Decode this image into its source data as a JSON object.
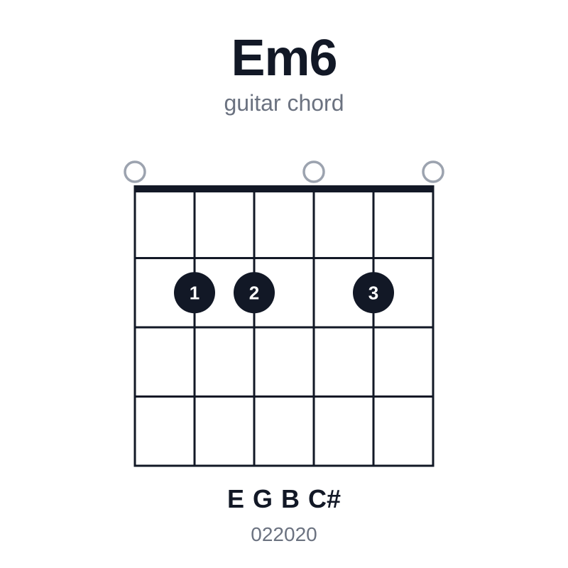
{
  "chord": {
    "name": "Em6",
    "subtitle": "guitar chord",
    "notes": "E G B C#",
    "fingering": "022020"
  },
  "diagram": {
    "strings": 6,
    "frets": 4,
    "open_strings": [
      1,
      4,
      6
    ],
    "dots": [
      {
        "string": 2,
        "fret": 2,
        "finger": "1"
      },
      {
        "string": 3,
        "fret": 2,
        "finger": "2"
      },
      {
        "string": 5,
        "fret": 2,
        "finger": "3"
      }
    ],
    "colors": {
      "ink": "#121826",
      "open": "#9ca3af",
      "dot_text": "#ffffff"
    }
  }
}
